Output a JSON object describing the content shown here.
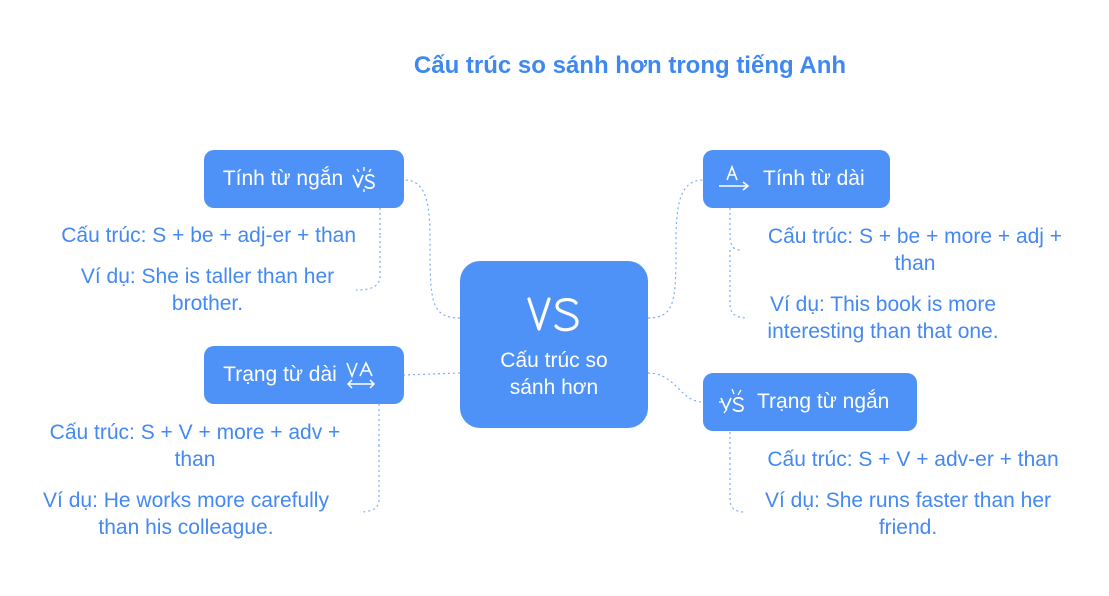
{
  "title": "Cấu trúc so sánh hơn trong tiếng Anh",
  "center": {
    "label": "Cấu trúc so\nsánh hơn",
    "icon": "vs-icon"
  },
  "branches": {
    "short_adj": {
      "label": "Tính từ ngắn",
      "icon": "vs-spark-icon",
      "structure": "Cấu trúc: S + be + adj-er + than",
      "example": "Ví dụ: She is taller than her\nbrother."
    },
    "long_adj": {
      "label": "Tính từ dài",
      "icon": "a-arrow-icon",
      "structure": "Cấu trúc: S + be + more + adj +\nthan",
      "example": "Ví dụ: This book is more\ninteresting than that one."
    },
    "long_adv": {
      "label": "Trạng từ dài",
      "icon": "va-arrows-icon",
      "structure": "Cấu trúc: S + V + more + adv +\nthan",
      "example": "Ví dụ: He works more carefully\nthan his colleague."
    },
    "short_adv": {
      "label": "Trạng từ ngắn",
      "icon": "vs-burst-icon",
      "structure": "Cấu trúc: S + V + adv-er + than",
      "example": "Ví dụ: She runs faster than her\nfriend."
    }
  },
  "colors": {
    "node_fill": "#4f92f7",
    "text": "#4388f3",
    "title": "#3f88f2"
  }
}
